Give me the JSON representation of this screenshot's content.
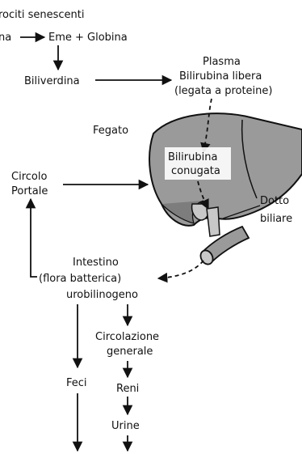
{
  "title_line": "rociti senescenti",
  "breakdown": {
    "source": "na",
    "products": "Eme + Globina"
  },
  "biliverdina": "Biliverdina",
  "plasma": {
    "title": "Plasma",
    "line1": "Bilirubina libera",
    "line2": "(legata a proteine)"
  },
  "fegato": "Fegato",
  "liver_label": {
    "line1": "Bilirubina",
    "line2": "conugata"
  },
  "circolo": {
    "line1": "Circolo",
    "line2": "Portale"
  },
  "dotto": {
    "line1": "Dotto",
    "line2": "biliare"
  },
  "intestino": {
    "line1": "Intestino",
    "line2": "(flora batterica)",
    "line3": "urobilinogeno"
  },
  "circolazione": {
    "line1": "Circolazione",
    "line2": "generale"
  },
  "feci": "Feci",
  "reni": "Reni",
  "urine": "Urine",
  "colors": {
    "ink": "#111111",
    "liver_fill": "#9a9a9a",
    "liver_shade": "#7d7d7d",
    "duct_fill": "#c8c8c8",
    "background": "#ffffff"
  }
}
